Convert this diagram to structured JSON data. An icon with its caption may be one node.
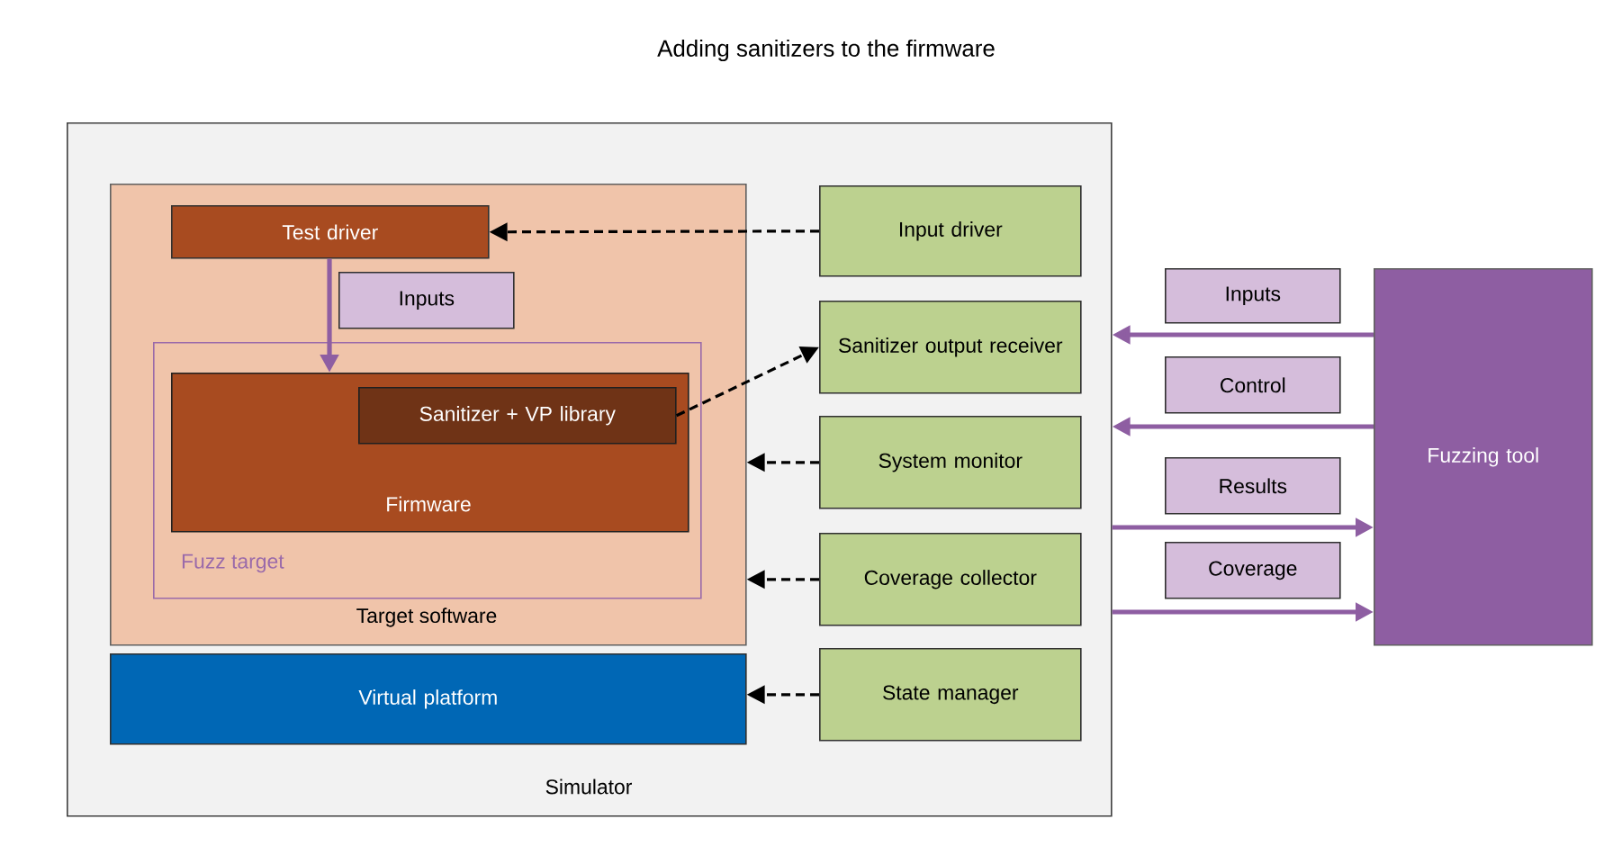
{
  "diagram": {
    "title": "Adding sanitizers to the firmware",
    "nodes": [
      {
        "text": [
          "Simulator"
        ]
      },
      {
        "text": [
          "Target software"
        ],
        "in": 0
      },
      {
        "text": [
          "Test driver"
        ],
        "in": 1
      },
      {
        "text": [
          "Inputs"
        ],
        "in": 1
      },
      {
        "text": [
          "Fuzz target"
        ],
        "in": 1
      },
      {
        "text": [
          "Firmware"
        ],
        "in": 4
      },
      {
        "text": [
          "Sanitizer + VP library"
        ],
        "in": 5
      },
      {
        "text": [
          "Virtual platform"
        ],
        "in": 0
      },
      {
        "text": [
          "Input driver"
        ],
        "in": 0
      },
      {
        "text": [
          "Sanitizer output receiver"
        ],
        "in": 0
      },
      {
        "text": [
          "System monitor"
        ],
        "in": 0
      },
      {
        "text": [
          "Coverage collector"
        ],
        "in": 0
      },
      {
        "text": [
          "State manager"
        ],
        "in": 0
      },
      {
        "text": [
          "Inputs"
        ]
      },
      {
        "text": [
          "Control"
        ]
      },
      {
        "text": [
          "Results"
        ]
      },
      {
        "text": [
          "Coverage"
        ]
      },
      {
        "text": [
          "Fuzzing tool"
        ]
      }
    ],
    "edges": [
      {
        "from": 8,
        "to": 2,
        "arrow": "to",
        "style": "dashed"
      },
      {
        "from": 6,
        "to": 9,
        "arrow": "to",
        "style": "dashed"
      },
      {
        "from": 10,
        "to": 1,
        "arrow": "to",
        "style": "dashed"
      },
      {
        "from": 11,
        "to": 1,
        "arrow": "to",
        "style": "dashed"
      },
      {
        "from": 12,
        "to": 7,
        "arrow": "to",
        "style": "dashed"
      },
      {
        "from": 2,
        "to": 5,
        "arrow": "to",
        "color": "#8e5ea2"
      },
      {
        "from": 17,
        "to": 0,
        "arrow": "to",
        "color": "#8e5ea2"
      },
      {
        "from": 17,
        "to": 0,
        "arrow": "to",
        "color": "#8e5ea2"
      },
      {
        "from": 0,
        "to": 17,
        "arrow": "to",
        "color": "#8e5ea2"
      },
      {
        "from": 0,
        "to": 17,
        "arrow": "to",
        "color": "#8e5ea2"
      }
    ]
  }
}
